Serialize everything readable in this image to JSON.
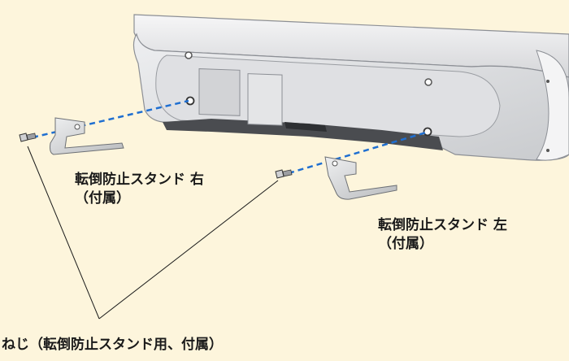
{
  "labels": {
    "stand_right": {
      "line1": "転倒防止スタンド 右",
      "line2": "（付属）"
    },
    "stand_left": {
      "line1": "転倒防止スタンド 左",
      "line2": "（付属）"
    },
    "screw": "ねじ（転倒防止スタンド用、付属）"
  },
  "colors": {
    "background": "#fdf5dc",
    "speaker_body": "#e9eaec",
    "speaker_edge": "#8c8f95",
    "bracket": "#d7d8da",
    "guide_line": "#1f6fd1",
    "text": "#1a1a1a"
  }
}
